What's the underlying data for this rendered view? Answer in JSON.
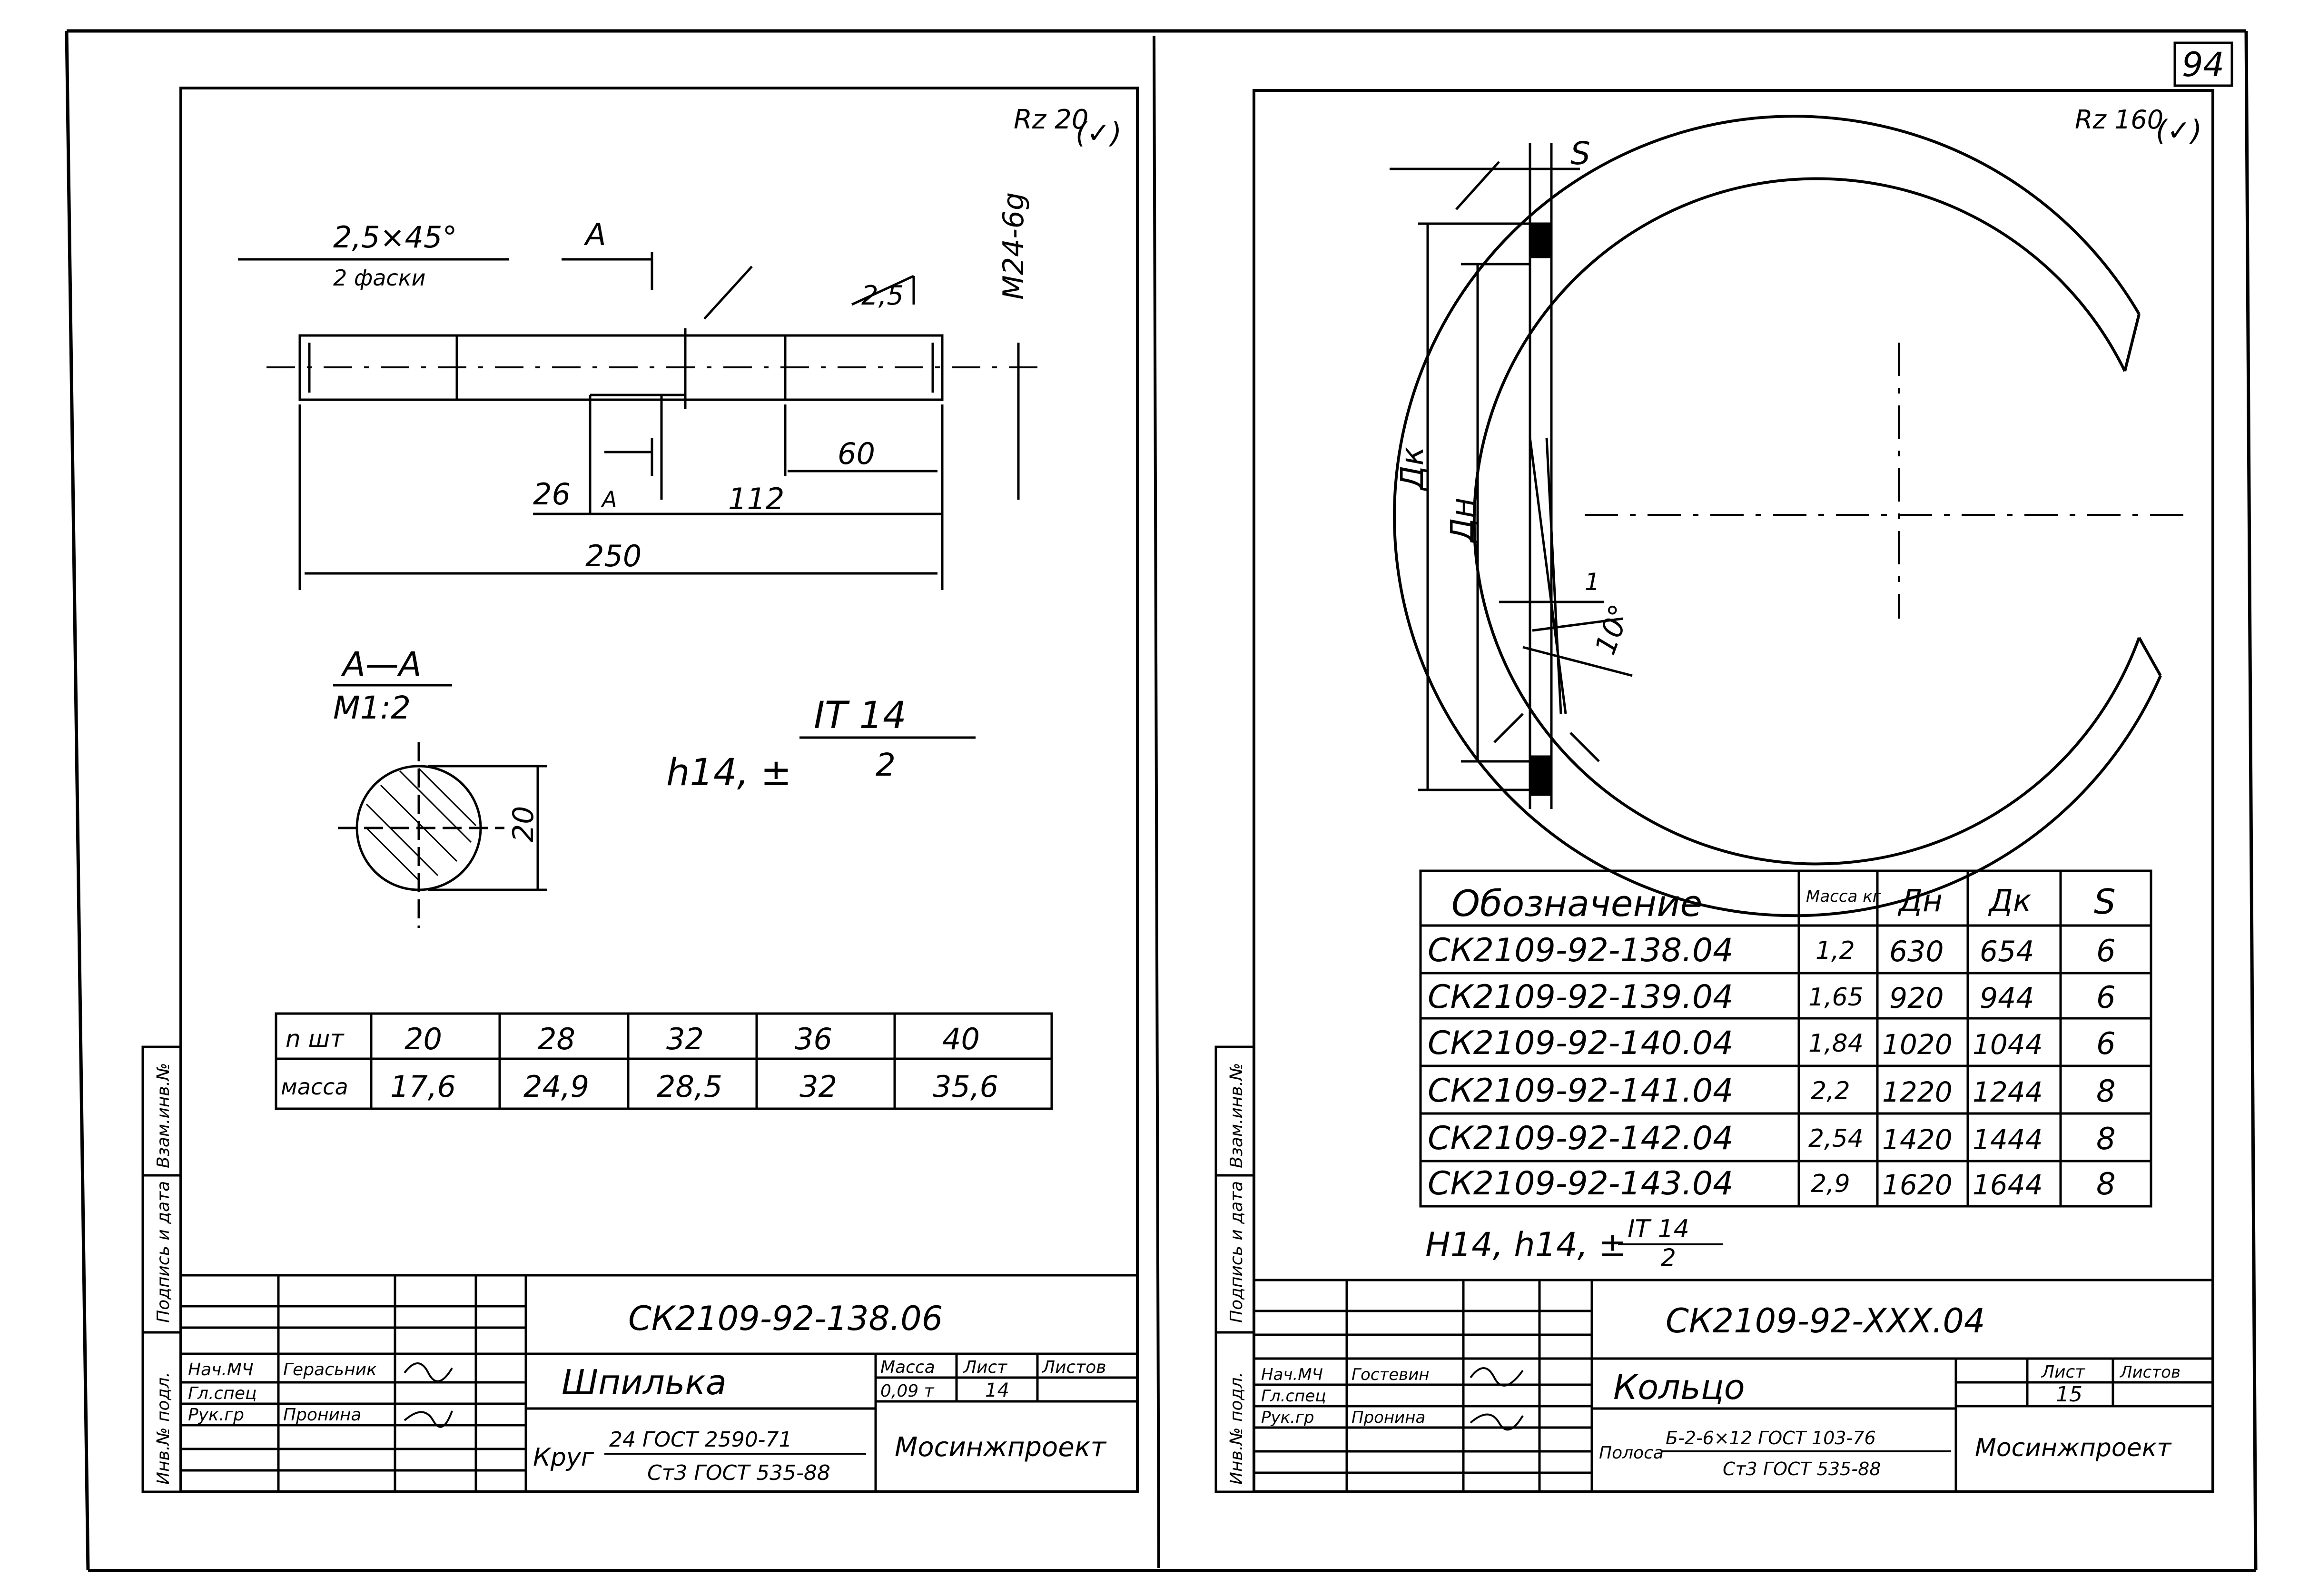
{
  "page_number": "94",
  "left_sheet": {
    "roughness": "Rz 20",
    "roughness_mark": "(✓)",
    "chamfer": "2,5×45°",
    "chamfer_note": "2 фаски",
    "section_mark": "А",
    "surface_mark": "2,5",
    "thread": "М24-6g",
    "dim_26": "26",
    "dim_112": "112",
    "dim_60": "60",
    "dim_250": "250",
    "section_title": "А—А",
    "section_scale": "М1:2",
    "dim_20": "20",
    "tolerance_prefix": "h14, ±",
    "tolerance_num": "IT 14",
    "tolerance_den": "2",
    "mass_table": {
      "row_label_n": "n шт",
      "row_label_mass": "масса",
      "n": [
        "20",
        "28",
        "32",
        "36",
        "40"
      ],
      "mass": [
        "17,6",
        "24,9",
        "28,5",
        "32",
        "35,6"
      ]
    },
    "side_stamp": [
      "Инв.№ подл.",
      "Подпись и дата",
      "Взам.инв.№"
    ],
    "title_block": {
      "designation": "СК2109-92-138.06",
      "name": "Шпилька",
      "mass_header": "Масса",
      "sheet_header": "Лист",
      "sheets_header": "Листов",
      "mass_value": "0,09 т",
      "sheet_value": "14",
      "material_prefix": "Круг",
      "material_top": "24 ГОСТ 2590-71",
      "material_bottom": "Ст3 ГОСТ 535-88",
      "org": "Мосинжпроект",
      "roles": [
        "Нач.МЧ",
        "Гл.спец",
        "Рук.гр"
      ],
      "names": [
        "Герасьник",
        "",
        "Пронина"
      ]
    }
  },
  "right_sheet": {
    "roughness": "Rz 160",
    "roughness_mark": "(✓)",
    "dim_s": "S",
    "dim_dk": "Дк",
    "dim_dn": "Дн",
    "dim_1": "1",
    "angle": "10°",
    "table": {
      "headers": [
        "Обозначение",
        "Масса кг",
        "Дн",
        "Дк",
        "S"
      ],
      "rows": [
        [
          "СК2109-92-138.04",
          "1,2",
          "630",
          "654",
          "6"
        ],
        [
          "СК2109-92-139.04",
          "1,65",
          "920",
          "944",
          "6"
        ],
        [
          "СК2109-92-140.04",
          "1,84",
          "1020",
          "1044",
          "6"
        ],
        [
          "СК2109-92-141.04",
          "2,2",
          "1220",
          "1244",
          "8"
        ],
        [
          "СК2109-92-142.04",
          "2,54",
          "1420",
          "1444",
          "8"
        ],
        [
          "СК2109-92-143.04",
          "2,9",
          "1620",
          "1644",
          "8"
        ]
      ]
    },
    "tolerance_prefix": "H14, h14, ±",
    "tolerance_num": "IT 14",
    "tolerance_den": "2",
    "side_stamp": [
      "Инв.№ подл.",
      "Подпись и дата",
      "Взам.инв.№"
    ],
    "title_block": {
      "designation": "СК2109-92-XXX.04",
      "name": "Кольцо",
      "sheet_header": "Лист",
      "sheets_header": "Листов",
      "sheet_value": "15",
      "material_prefix": "Полоса",
      "material_top": "Б-2-6×12 ГОСТ 103-76",
      "material_bottom": "Ст3 ГОСТ 535-88",
      "org": "Мосинжпроект",
      "roles": [
        "Нач.МЧ",
        "Гл.спец",
        "Рук.гр"
      ],
      "names": [
        "Гостевин",
        "",
        "Пронина"
      ]
    }
  }
}
